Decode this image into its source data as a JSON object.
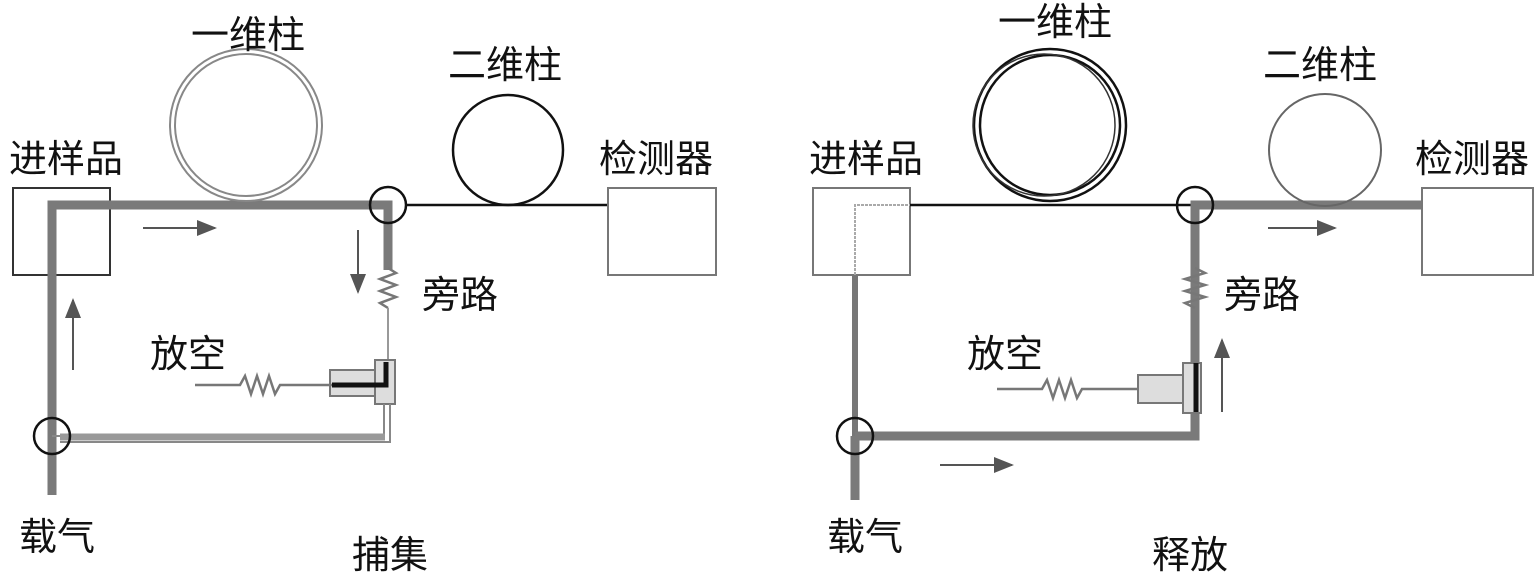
{
  "panels": [
    {
      "caption": "捕集",
      "labels": {
        "column1": "一维柱",
        "column2": "二维柱",
        "injector": "进样品",
        "detector": "检测器",
        "bypass": "旁路",
        "vent": "放空",
        "carrier_gas": "载气"
      }
    },
    {
      "caption": "释放",
      "labels": {
        "column1": "一维柱",
        "column2": "二维柱",
        "injector": "进样品",
        "detector": "检测器",
        "bypass": "旁路",
        "vent": "放空",
        "carrier_gas": "载气"
      }
    }
  ]
}
